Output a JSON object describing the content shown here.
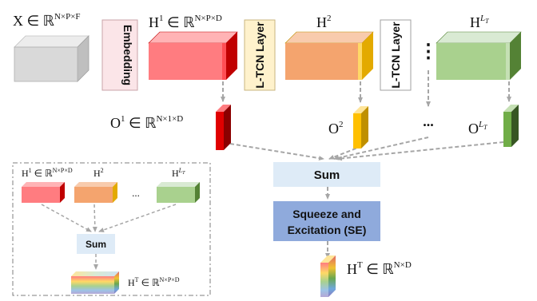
{
  "labels": {
    "x_input": "X ∈ ℝ^{N×P×F}",
    "h1": "H¹ ∈ ℝ^{N×P×D}",
    "h2": "H²",
    "hlt": "H^{L_T}",
    "o1": "O¹ ∈ ℝ^{N×1×D}",
    "o2": "O²",
    "olt": "O^{L_T}",
    "ellipsis_top": "⋮",
    "ellipsis_mid": "...",
    "ht": "H^T ∈ ℝ^{N×D}",
    "inset_h1": "H¹ ∈ ℝ^{N×P×D}",
    "inset_h2": "H²",
    "inset_hlt": "H^{L_T}",
    "inset_ellipsis": "...",
    "inset_ht": "H^T ∈ ℝ^{N×P×D}"
  },
  "boxes": {
    "embedding": "Embedding",
    "ltcn1": "L-TCN Layer",
    "ltcn2": "L-TCN Layer",
    "sum": "Sum",
    "se_line1": "Squeeze and",
    "se_line2": "Excitation (SE)",
    "inset_sum": "Sum"
  },
  "colors": {
    "gray": "#d9d9d9",
    "red": "#ff7c80",
    "orange": "#f4a46e",
    "green": "#a9d18e",
    "embedding_box": "#fbe5e8",
    "ltcn_box": "#fff2cc",
    "ltcn2_box": "#ffffff",
    "sum_box": "#deebf7",
    "se_box": "#8faadc",
    "o1": "#c00000",
    "o2": "#e3aa00",
    "olt": "#548235",
    "arrow": "#a6a6a6"
  }
}
